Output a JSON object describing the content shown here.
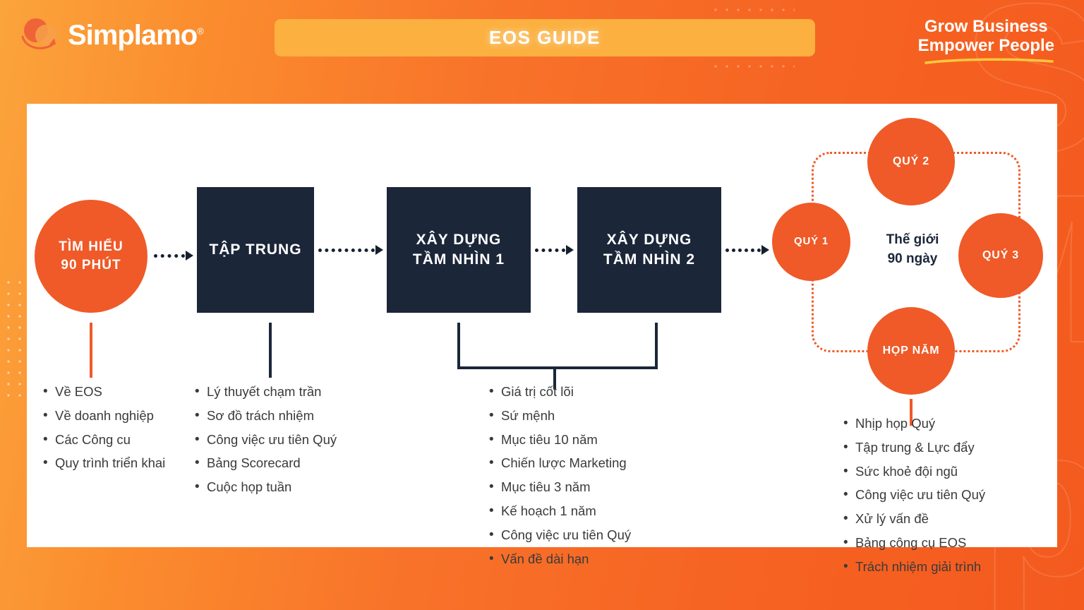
{
  "header": {
    "brand": "Simplamo",
    "brand_registered": "®",
    "banner_title": "EOS GUIDE",
    "tagline_line1": "Grow Business",
    "tagline_line2": "Empower People"
  },
  "colors": {
    "orange": "#EF5A28",
    "orange_light": "#FBB040",
    "navy": "#1B2639",
    "panel": "#FFFFFF",
    "text": "#3A3A3C",
    "yellow_underline": "#FFC83D"
  },
  "flow": {
    "nodes": [
      {
        "id": "tim-hieu",
        "shape": "circle",
        "line1": "TÌM HIỂU",
        "line2": "90 PHÚT"
      },
      {
        "id": "tap-trung",
        "shape": "box",
        "line1": "TẬP TRUNG",
        "line2": ""
      },
      {
        "id": "vision-1",
        "shape": "box",
        "line1": "XÂY DỰNG",
        "line2": "TẦM NHÌN 1"
      },
      {
        "id": "vision-2",
        "shape": "box",
        "line1": "XÂY DỰNG",
        "line2": "TẦM NHÌN 2"
      }
    ],
    "cycle": {
      "center_line1": "Thế giới",
      "center_line2": "90 ngày",
      "nodes": [
        {
          "id": "quy-1",
          "label": "QUÝ 1"
        },
        {
          "id": "quy-2",
          "label": "QUÝ 2"
        },
        {
          "id": "quy-3",
          "label": "QUÝ 3"
        },
        {
          "id": "hop-nam",
          "label": "HỌP NĂM"
        }
      ]
    }
  },
  "lists": {
    "col1": [
      "Về EOS",
      "Về doanh nghiệp",
      "Các Công cu",
      "Quy trình triển khai"
    ],
    "col2": [
      "Lý thuyết chạm trần",
      "Sơ đồ trách nhiệm",
      "Công việc ưu tiên Quý",
      "Bảng Scorecard",
      "Cuộc họp tuần"
    ],
    "col3": [
      "Giá trị cốt lõi",
      "Sứ mệnh",
      "Mục tiêu 10 năm",
      "Chiến lược Marketing",
      "Mục tiêu 3 năm",
      "Kế hoạch 1 năm",
      "Công việc ưu tiên Quý",
      "Vấn đề dài hạn"
    ],
    "col4": [
      "Nhịp họp Quý",
      "Tập trung & Lực đẩy",
      "Sức khoẻ đội ngũ",
      "Công việc ưu tiên Quý",
      "Xử lý vấn đề",
      "Bảng công cụ EOS",
      "Trách nhiệm giải trình"
    ]
  },
  "watermarks": [
    "S",
    "M",
    "p"
  ]
}
